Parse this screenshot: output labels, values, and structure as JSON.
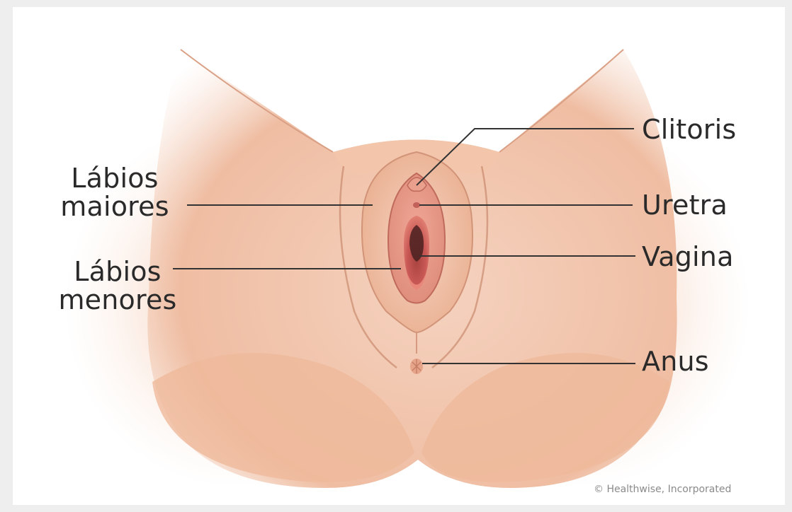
{
  "labels": {
    "clitoris": "Clitoris",
    "uretra": "Uretra",
    "vagina": "Vagina",
    "anus": "Anus",
    "labios_maiores": "Lábios\nmaiores",
    "labios_menores": "Lábios\nmenores"
  },
  "credit": "© Healthwise, Incorporated",
  "colors": {
    "background": "#eeeeee",
    "panel": "#ffffff",
    "skin": "#f3c7ad",
    "skin_shadow": "#d99878",
    "mucosa": "#d9706a",
    "line": "#333333",
    "text": "#2a2a2a"
  }
}
